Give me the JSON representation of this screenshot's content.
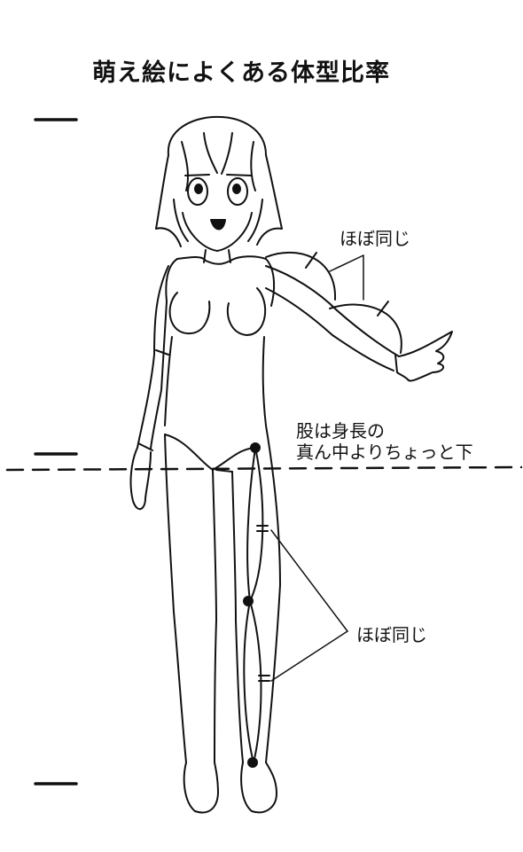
{
  "title": "萌え絵によくある体型比率",
  "annotations": {
    "arm_equal": "ほぼ同じ",
    "crotch_line1": "股は身長の",
    "crotch_line2": "真ん中よりちょっと下",
    "leg_equal": "ほぼ同じ"
  },
  "colors": {
    "ink": "#111111",
    "background": "#ffffff"
  }
}
